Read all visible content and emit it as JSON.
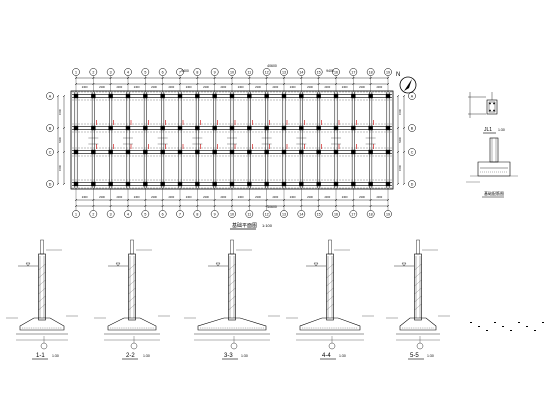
{
  "plan": {
    "axis_top": [
      "1",
      "2",
      "3",
      "4",
      "5",
      "6",
      "7",
      "8",
      "9",
      "10",
      "11",
      "12",
      "13",
      "14",
      "15",
      "16",
      "17",
      "18",
      "19"
    ],
    "axis_left": [
      "A",
      "B",
      "C",
      "D"
    ],
    "axis_right": [
      "A",
      "B",
      "C",
      "D"
    ],
    "overall_dims": [
      "9400",
      "9400"
    ],
    "total_dim": "40600",
    "total_dim_bottom": "40600",
    "bay_dims": [
      "2300",
      "2300",
      "2300",
      "2300",
      "2300",
      "2300",
      "2300",
      "2300",
      "2300",
      "2300",
      "2300",
      "2300",
      "2300",
      "2300",
      "2300",
      "2300",
      "2300",
      "2300"
    ],
    "left_dims": [
      "1500",
      "5400",
      "1500"
    ],
    "right_dims": [
      "1500",
      "5400",
      "1500"
    ],
    "title": "基础平面图",
    "scale": "1:100",
    "north": "N"
  },
  "details": {
    "jl_label": "JL1",
    "jl_scale": "1:30",
    "bottom_label": "基础配筋图"
  },
  "sections": [
    {
      "label": "1-1",
      "scale": "1:30"
    },
    {
      "label": "2-2",
      "scale": "1:30"
    },
    {
      "label": "3-3",
      "scale": "1:30"
    },
    {
      "label": "4-4",
      "scale": "1:30"
    },
    {
      "label": "5-5",
      "scale": "1:30"
    }
  ],
  "colors": {
    "line": "#000000",
    "red_marks": "#cc0000",
    "bg": "#ffffff"
  }
}
